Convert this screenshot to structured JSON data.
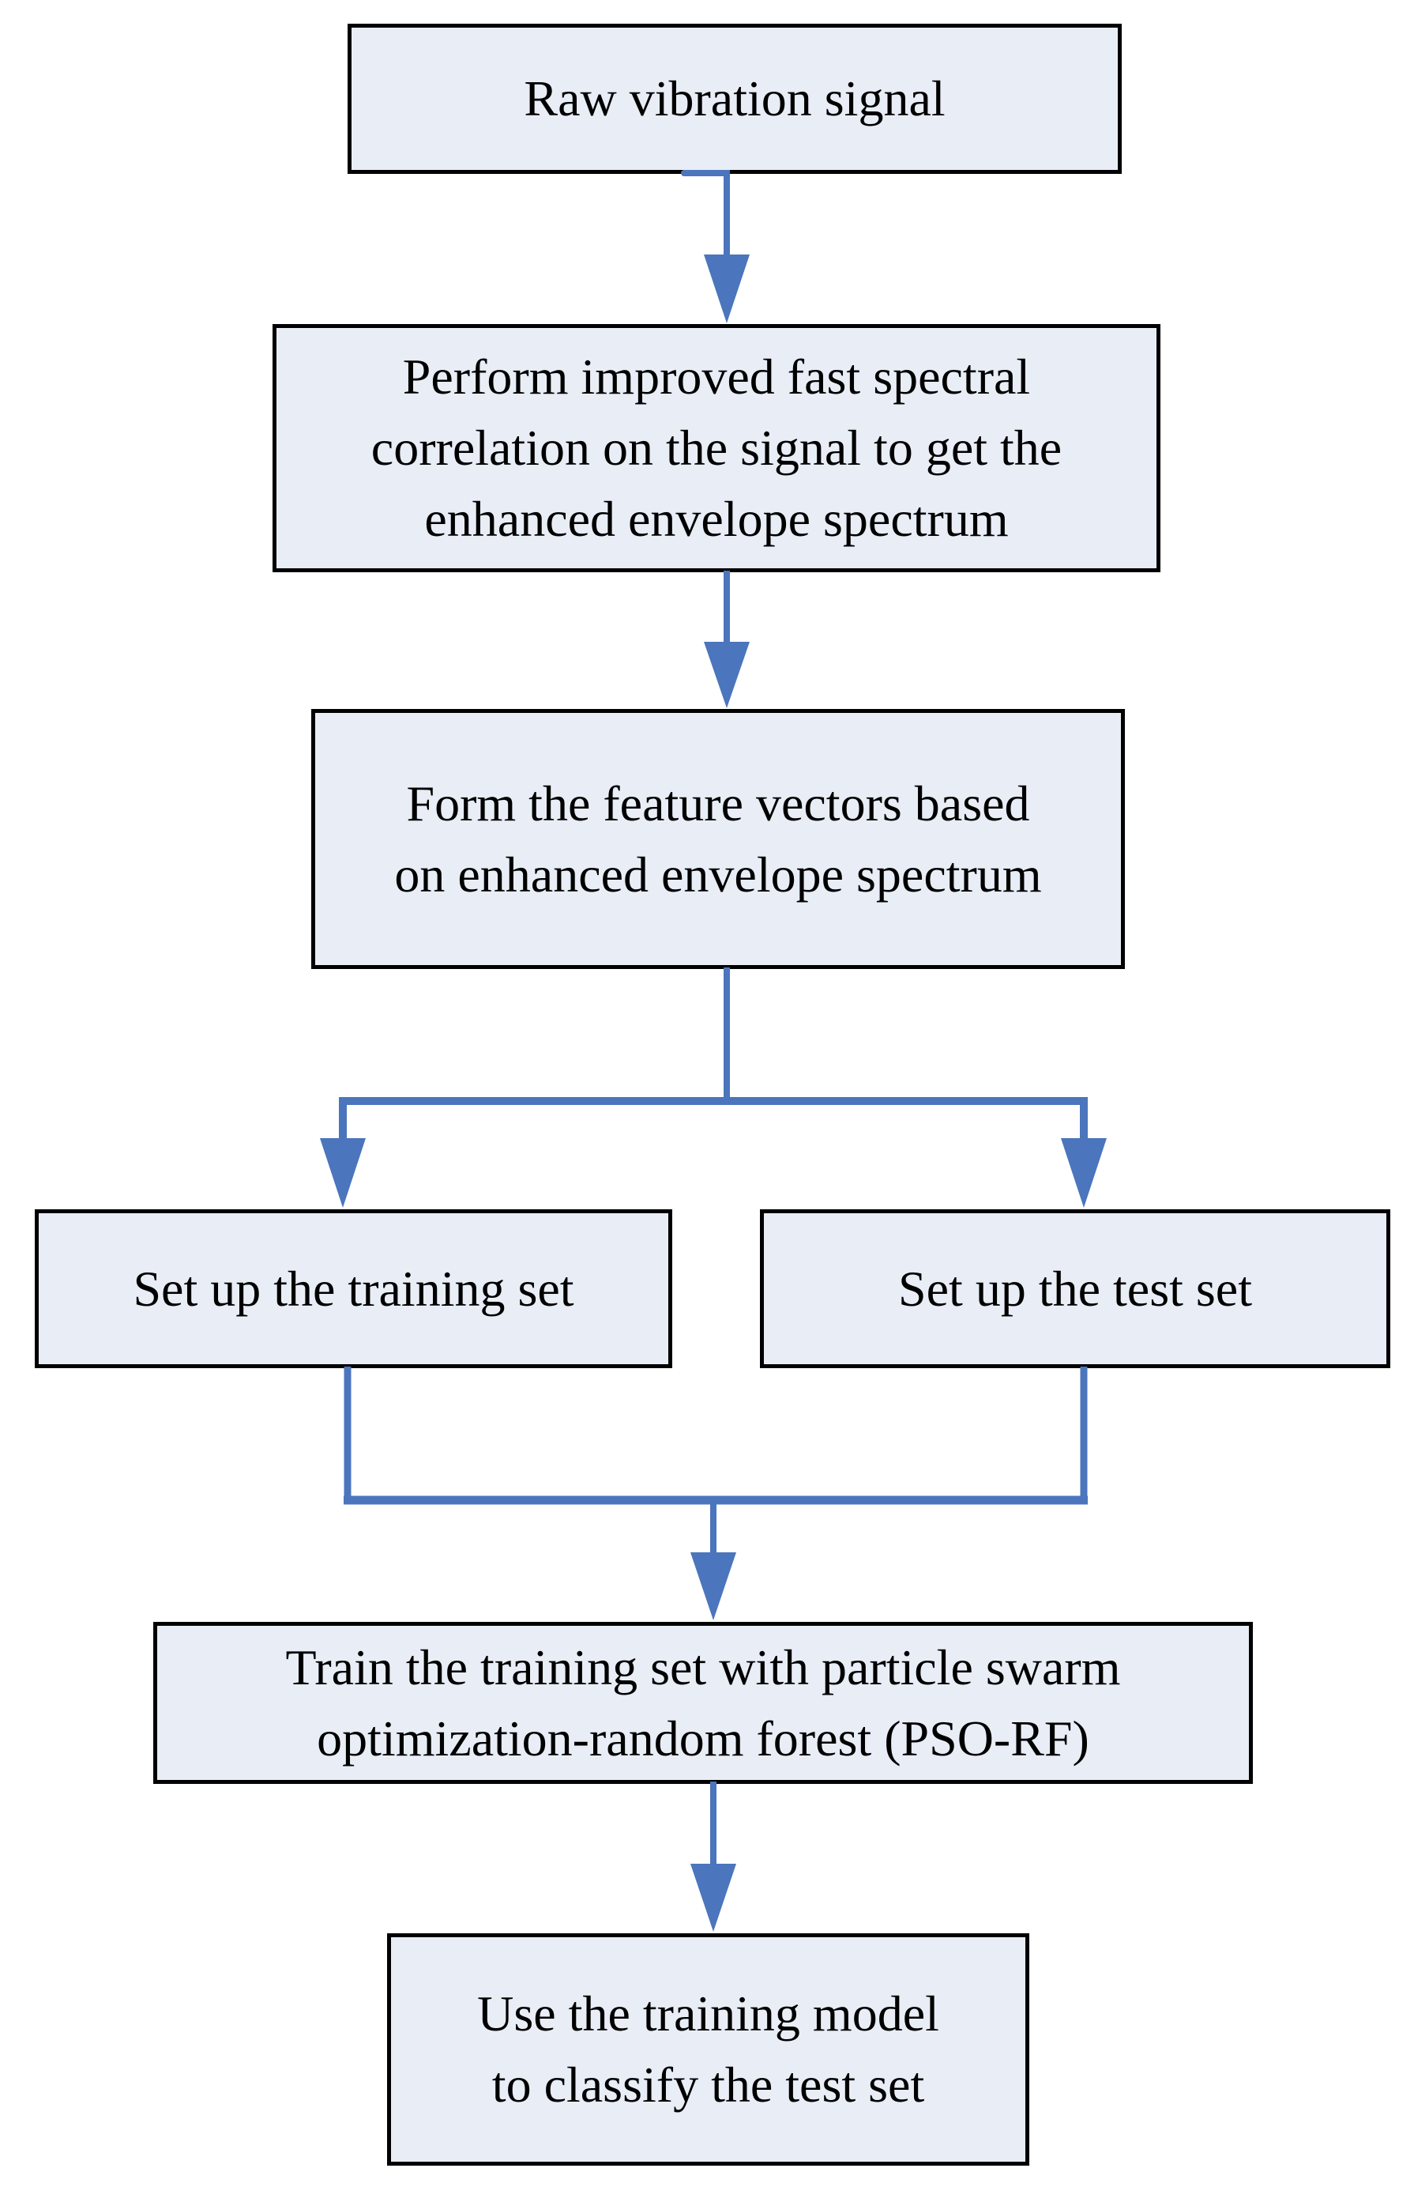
{
  "colors": {
    "background": "#FFFFFF",
    "node_fill": "#E8EDF6",
    "node_border": "#000000",
    "arrow": "#4B75BC",
    "text": "#000000"
  },
  "nodes": {
    "raw_signal": {
      "label": "Raw vibration signal"
    },
    "spectral_correlation": {
      "label": "Perform improved fast spectral\ncorrelation on the signal to get the\nenhanced envelope spectrum"
    },
    "feature_vectors": {
      "label": "Form the feature vectors based\non enhanced envelope spectrum"
    },
    "training_set": {
      "label": "Set up the training set"
    },
    "test_set": {
      "label": "Set up the test set"
    },
    "train_pso_rf": {
      "label": "Train the training set with particle swarm\noptimization-random forest (PSO-RF)"
    },
    "classify_test": {
      "label": "Use the training model\nto classify the test set"
    }
  },
  "edges": [
    {
      "from": "raw_signal",
      "to": "spectral_correlation"
    },
    {
      "from": "spectral_correlation",
      "to": "feature_vectors"
    },
    {
      "from": "feature_vectors",
      "to": "training_set"
    },
    {
      "from": "feature_vectors",
      "to": "test_set"
    },
    {
      "from": "training_set",
      "to": "train_pso_rf"
    },
    {
      "from": "test_set",
      "to": "train_pso_rf"
    },
    {
      "from": "train_pso_rf",
      "to": "classify_test"
    }
  ]
}
